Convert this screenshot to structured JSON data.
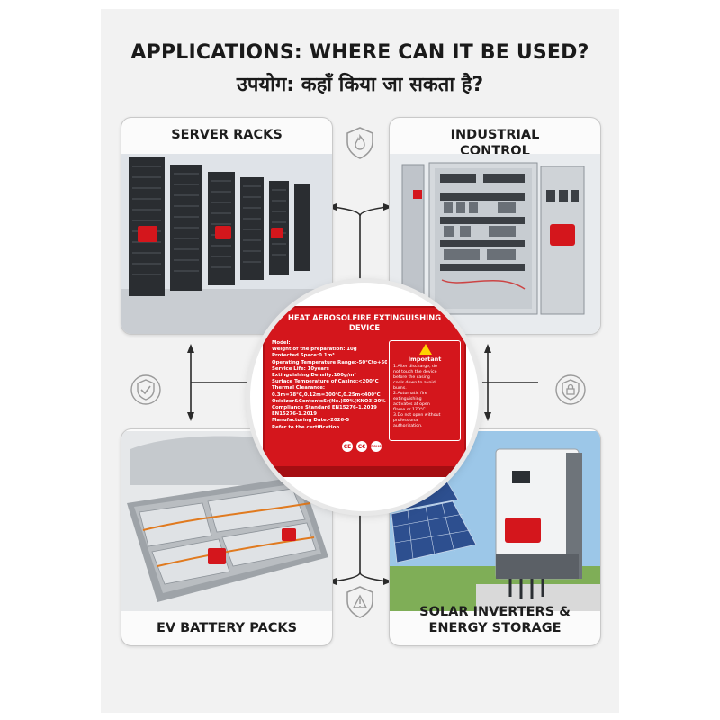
{
  "header": {
    "title_en": "APPLICATIONS: WHERE CAN IT BE USED?",
    "title_hi": "उपयोग: कहाँ किया जा सकता है?"
  },
  "panels": {
    "server_racks": "SERVER RACKS",
    "industrial": "INDUSTRIAL CONTROL CABINETS",
    "ev_battery": "EV BATTERY PACKS",
    "solar": "SOLAR INVERTERS & ENERGY STORAGE"
  },
  "device": {
    "title": "HEAT AEROSOLFIRE EXTINGUISHING DEVICE",
    "lines": [
      "Model:",
      "Weight of the preparation:  10g",
      "Protected Space:0.1m³",
      "Operating Temperature Range:-50°Cto+50°C",
      "Service Life: 10years",
      "Extinguishing Density:100g/m³",
      "Surface Temperature of Casing:<200°C",
      "Thermal Clearance:",
      "0.3m=78°C,0.12m=300°C,0.25m<400°C",
      "Oxidizer&ContentsSr(No.)50%(KNO3)20%",
      "Compliance Standard EN15276-1.2019",
      "EN15276-1.2019",
      "Manufacturing Date:-2026-5",
      "Refer to the certification."
    ],
    "important_title": "Important",
    "important_lines": [
      "1.After discharge, do",
      "not touch the device",
      "before the casing",
      "cools down to avoid",
      "burns.",
      "2.Automatic fire",
      "extinguishing",
      "activates at open",
      "flame or 170°C",
      "3.Do not open without",
      "professional",
      "authorization."
    ],
    "certs": [
      "CE",
      "C€",
      "ROHS"
    ]
  },
  "colors": {
    "device_red": "#d4161c",
    "panel_border": "#c9c9c9",
    "arrow": "#2b2b2b"
  },
  "icons": [
    "shield-fire-icon",
    "shield-check-icon",
    "shield-lock-icon",
    "shield-warning-icon"
  ]
}
